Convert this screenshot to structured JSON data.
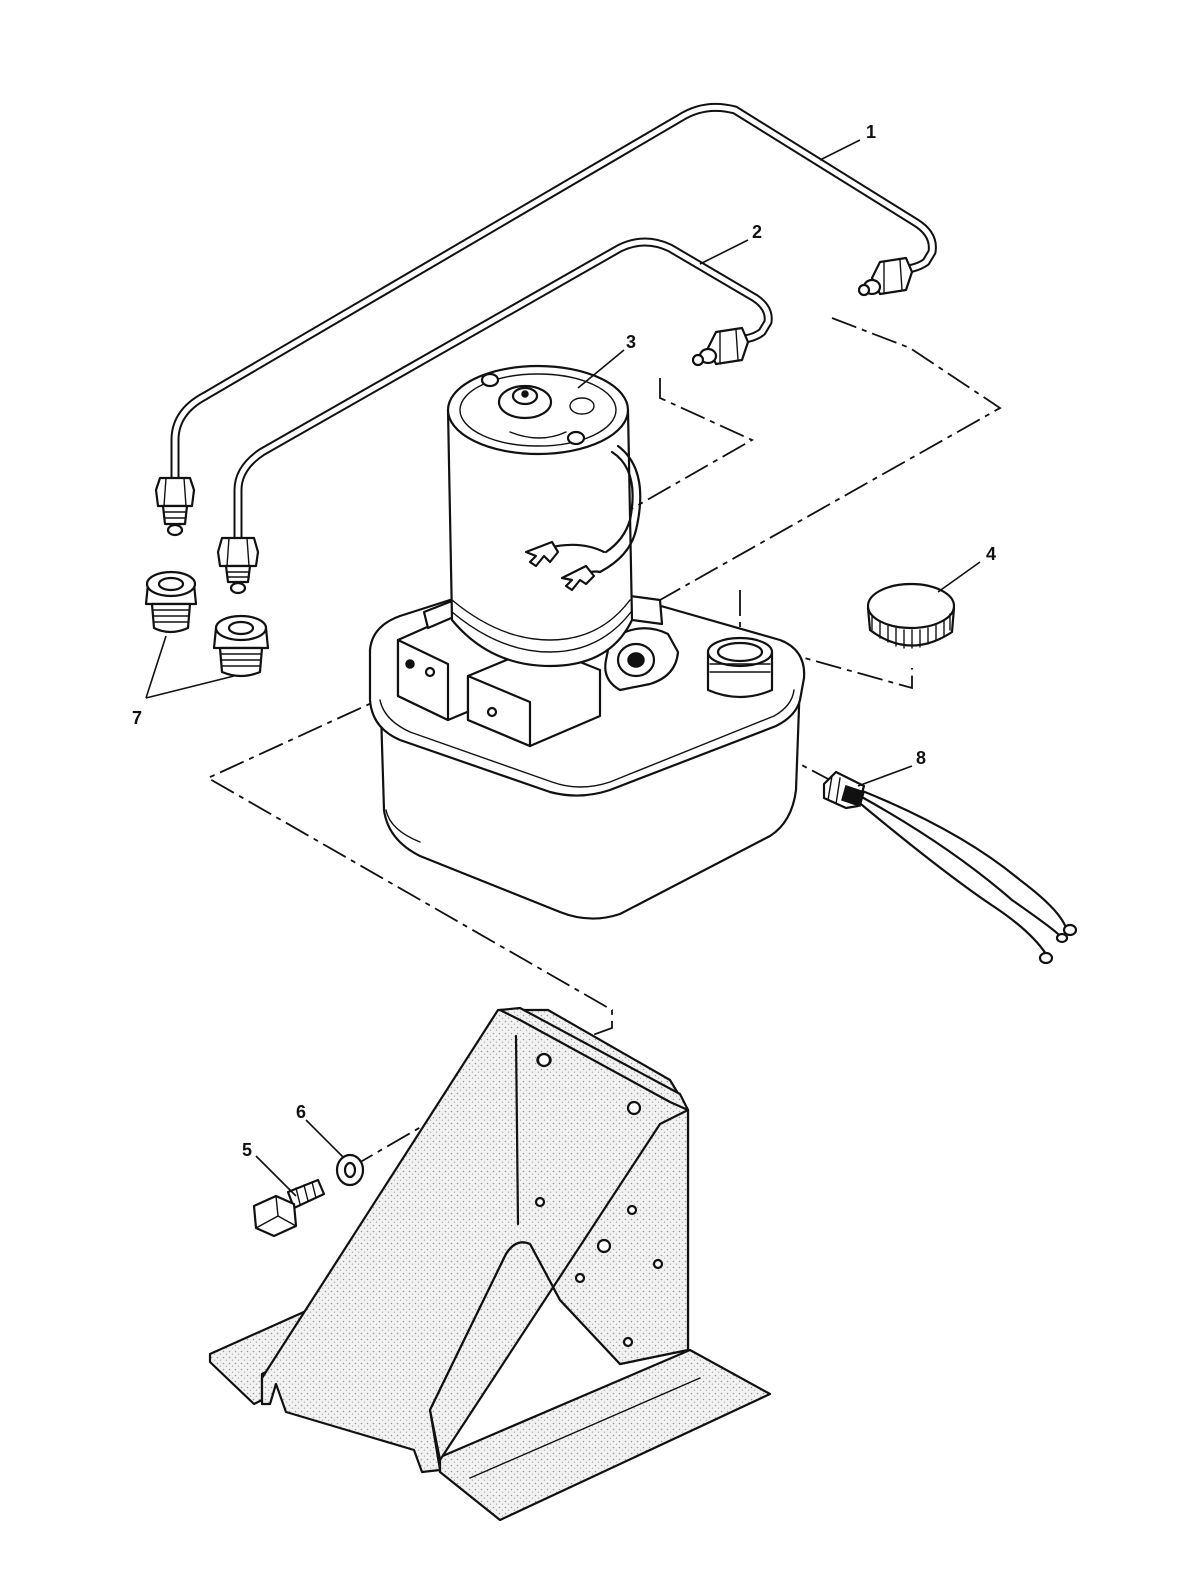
{
  "diagram": {
    "callouts": [
      {
        "id": "1",
        "label": "1"
      },
      {
        "id": "2",
        "label": "2"
      },
      {
        "id": "3",
        "label": "3"
      },
      {
        "id": "4",
        "label": "4"
      },
      {
        "id": "5",
        "label": "5"
      },
      {
        "id": "6",
        "label": "6"
      },
      {
        "id": "7",
        "label": "7"
      },
      {
        "id": "8",
        "label": "8"
      }
    ],
    "colors": {
      "ink": "#111111",
      "paper": "#ffffff",
      "stipple": "#d9d9d9"
    }
  }
}
